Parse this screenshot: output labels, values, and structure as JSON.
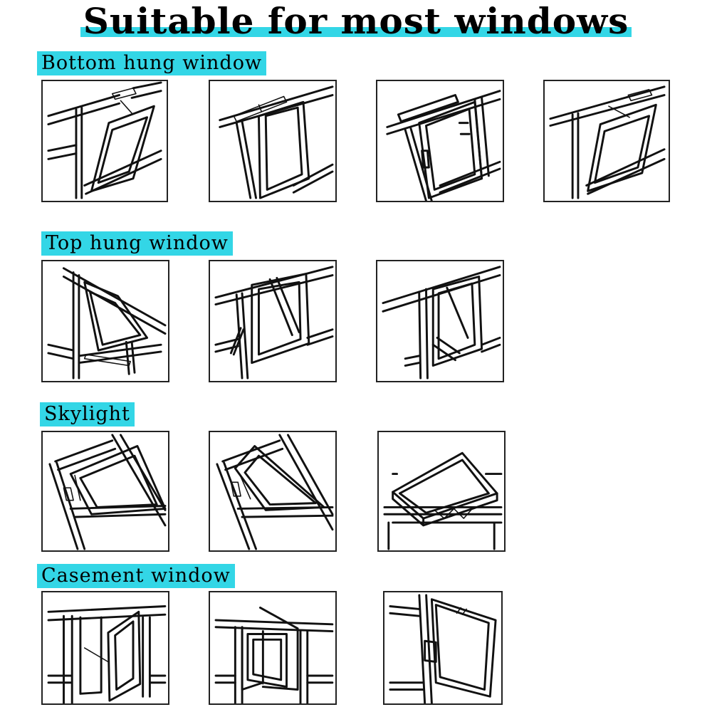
{
  "title": "Suitable for most windows",
  "sections": [
    {
      "label": "Bottom hung window"
    },
    {
      "label": "Top hung window"
    },
    {
      "label": "Skylight"
    },
    {
      "label": "Casement window"
    }
  ],
  "colors": {
    "highlight": "#33d6e6",
    "line": "#111111"
  }
}
